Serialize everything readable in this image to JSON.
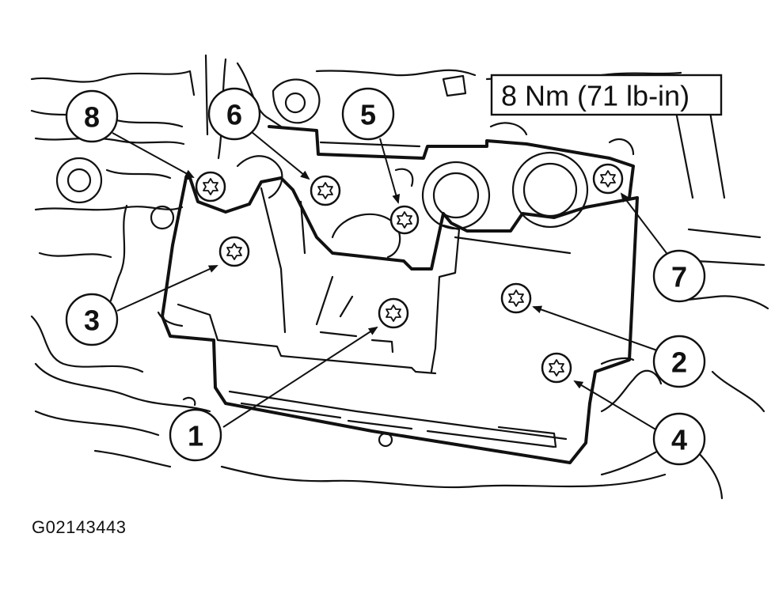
{
  "torque_label": "8 Nm (71 lb-in)",
  "figure_id": "G02143443",
  "callouts": [
    {
      "number": "1"
    },
    {
      "number": "2"
    },
    {
      "number": "3"
    },
    {
      "number": "4"
    },
    {
      "number": "5"
    },
    {
      "number": "6"
    },
    {
      "number": "7"
    },
    {
      "number": "8"
    }
  ],
  "bolt_icon": "torx-bolt-icon"
}
